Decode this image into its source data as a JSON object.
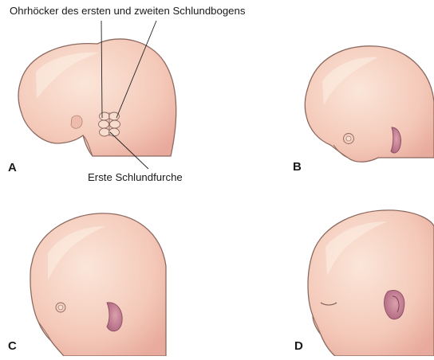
{
  "annotations": {
    "top": "Ohrhöcker des ersten und zweiten Schlundbogens",
    "bottom": "Erste Schlundfurche"
  },
  "panels": [
    {
      "letter": "A"
    },
    {
      "letter": "B"
    },
    {
      "letter": "C"
    },
    {
      "letter": "D"
    }
  ],
  "colors": {
    "skin": "#f3c7b8",
    "skin_light": "#fae3d6",
    "outline": "#8d6a60",
    "ear": "#c98a9a",
    "ear_dark": "#a35f74",
    "leader": "#222222"
  }
}
